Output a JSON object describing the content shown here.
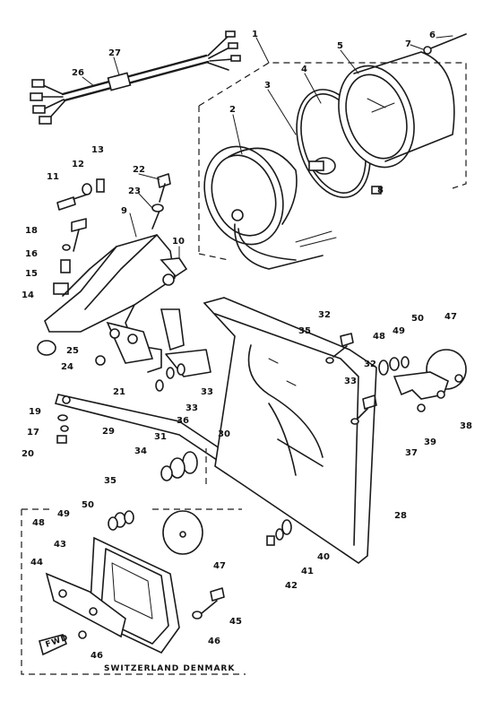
{
  "caption": "SWITZERLAND DENMARK",
  "fwd_label": "FWD",
  "callouts": [
    "1",
    "2",
    "3",
    "4",
    "5",
    "6",
    "7",
    "8",
    "9",
    "10",
    "11",
    "12",
    "13",
    "14",
    "15",
    "16",
    "17",
    "18",
    "19",
    "20",
    "21",
    "22",
    "23",
    "24",
    "25",
    "26",
    "27",
    "28",
    "29",
    "30",
    "31",
    "32",
    "33",
    "34",
    "35",
    "36",
    "37",
    "38",
    "39",
    "40",
    "41",
    "42",
    "43",
    "44",
    "45",
    "46",
    "47",
    "48",
    "49",
    "50"
  ]
}
